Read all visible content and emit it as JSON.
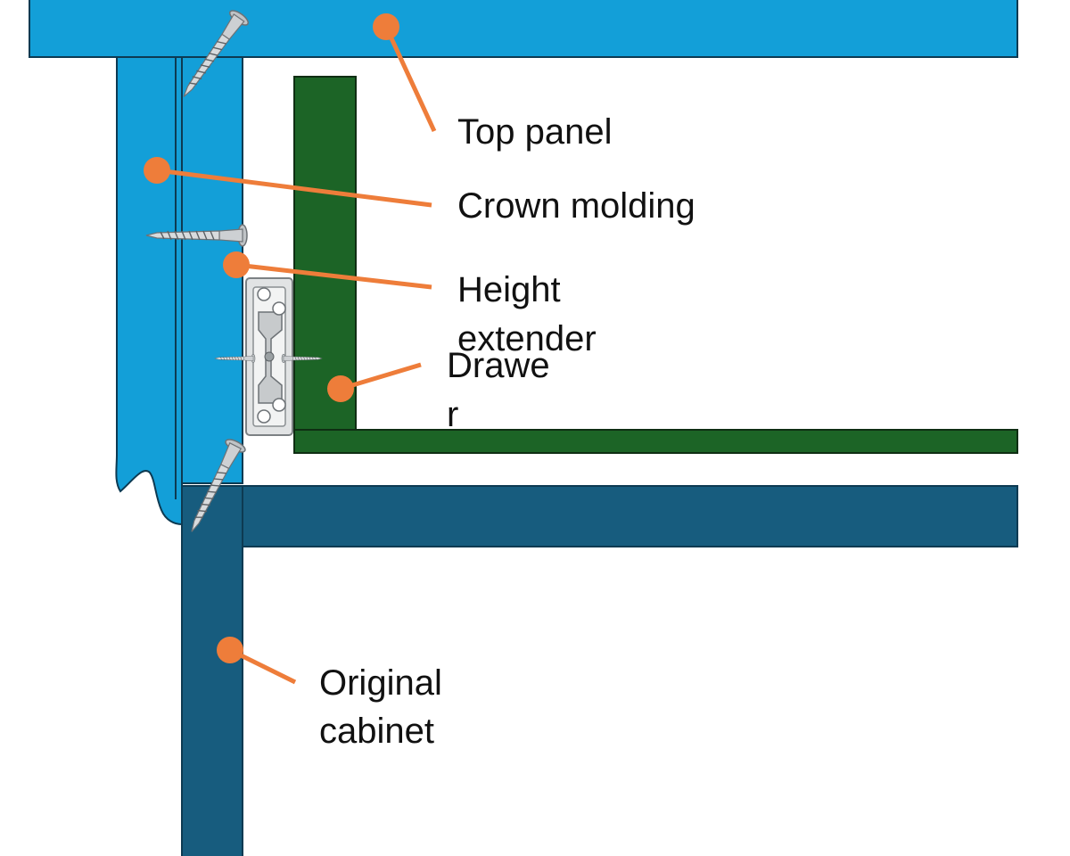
{
  "labels": {
    "top_panel": "Top panel",
    "crown_molding": "Crown molding",
    "height_extender_line1": "Height",
    "height_extender_line2": "extender",
    "drawer_line1": "Drawe",
    "drawer_line2": "r",
    "original_cabinet_line1": "Original",
    "original_cabinet_line2": "cabinet"
  },
  "colors": {
    "top_panel": "#139fd8",
    "crown_molding": "#139fd8",
    "height_extender": "#139fd8",
    "drawer": "#1c6426",
    "original_cabinet": "#175c7e",
    "outline": "#0d3a52",
    "callout": "#ee7d3a",
    "slide_metal": "#d6d8da"
  },
  "icons": {
    "screw": "screw-icon",
    "drawer_slide": "drawer-slide-icon"
  }
}
